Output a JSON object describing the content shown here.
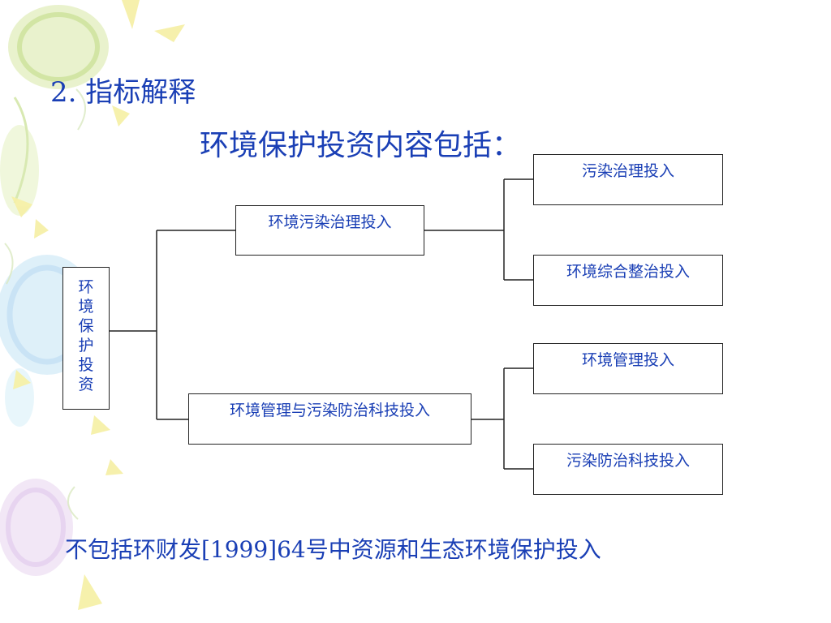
{
  "slide": {
    "section_title": "2. 指标解释",
    "subtitle": "环境保护投资内容包括：",
    "footnote": "不包括环财发[1999]64号中资源和生态环境保护投入"
  },
  "diagram": {
    "root": "环境保护投资",
    "branches": [
      {
        "label": "环境污染治理投入",
        "children": [
          "污染治理投入",
          "环境综合整治投入"
        ]
      },
      {
        "label": "环境管理与污染防治科技投入",
        "children": [
          "环境管理投入",
          "污染防治科技投入"
        ]
      }
    ]
  },
  "colors": {
    "text": "#1a3fb5",
    "box_border": "#222222",
    "connector": "#222222",
    "decor_green": "#cfe3a0",
    "decor_blue": "#c7e2f4",
    "decor_purple": "#e6d3ef",
    "decor_yellow": "#f6f0a8"
  }
}
